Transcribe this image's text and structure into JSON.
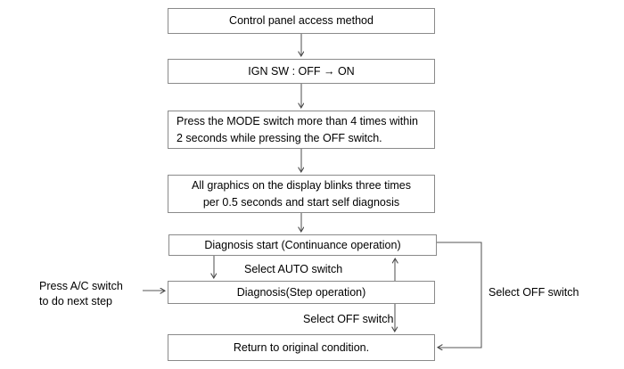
{
  "diagram": {
    "title": "Control panel access method flowchart",
    "colors": {
      "border": "#8a8a8a",
      "line": "#555555",
      "text": "#000000",
      "background": "#ffffff"
    },
    "nodes": [
      {
        "id": "n1",
        "label": "Control panel access method",
        "align": "center"
      },
      {
        "id": "n2",
        "label": "IGN SW : OFF → ON",
        "align": "center"
      },
      {
        "id": "n3",
        "label": "Press the MODE switch more than 4 times within\n2 seconds while pressing the OFF switch.",
        "align": "left"
      },
      {
        "id": "n4",
        "label": "All graphics on the display blinks three times\nper 0.5 seconds and start self diagnosis",
        "align": "center"
      },
      {
        "id": "n5",
        "label": "Diagnosis start (Continuance operation)",
        "align": "center"
      },
      {
        "id": "n6",
        "label": "Diagnosis(Step operation)",
        "align": "center"
      },
      {
        "id": "n7",
        "label": "Return to original condition.",
        "align": "center"
      }
    ],
    "edge_labels": {
      "select_auto": "Select AUTO switch",
      "select_off": "Select OFF switch",
      "select_off_right": "Select OFF switch"
    },
    "notes": {
      "press_ac": "Press A/C switch\nto do next step"
    }
  }
}
